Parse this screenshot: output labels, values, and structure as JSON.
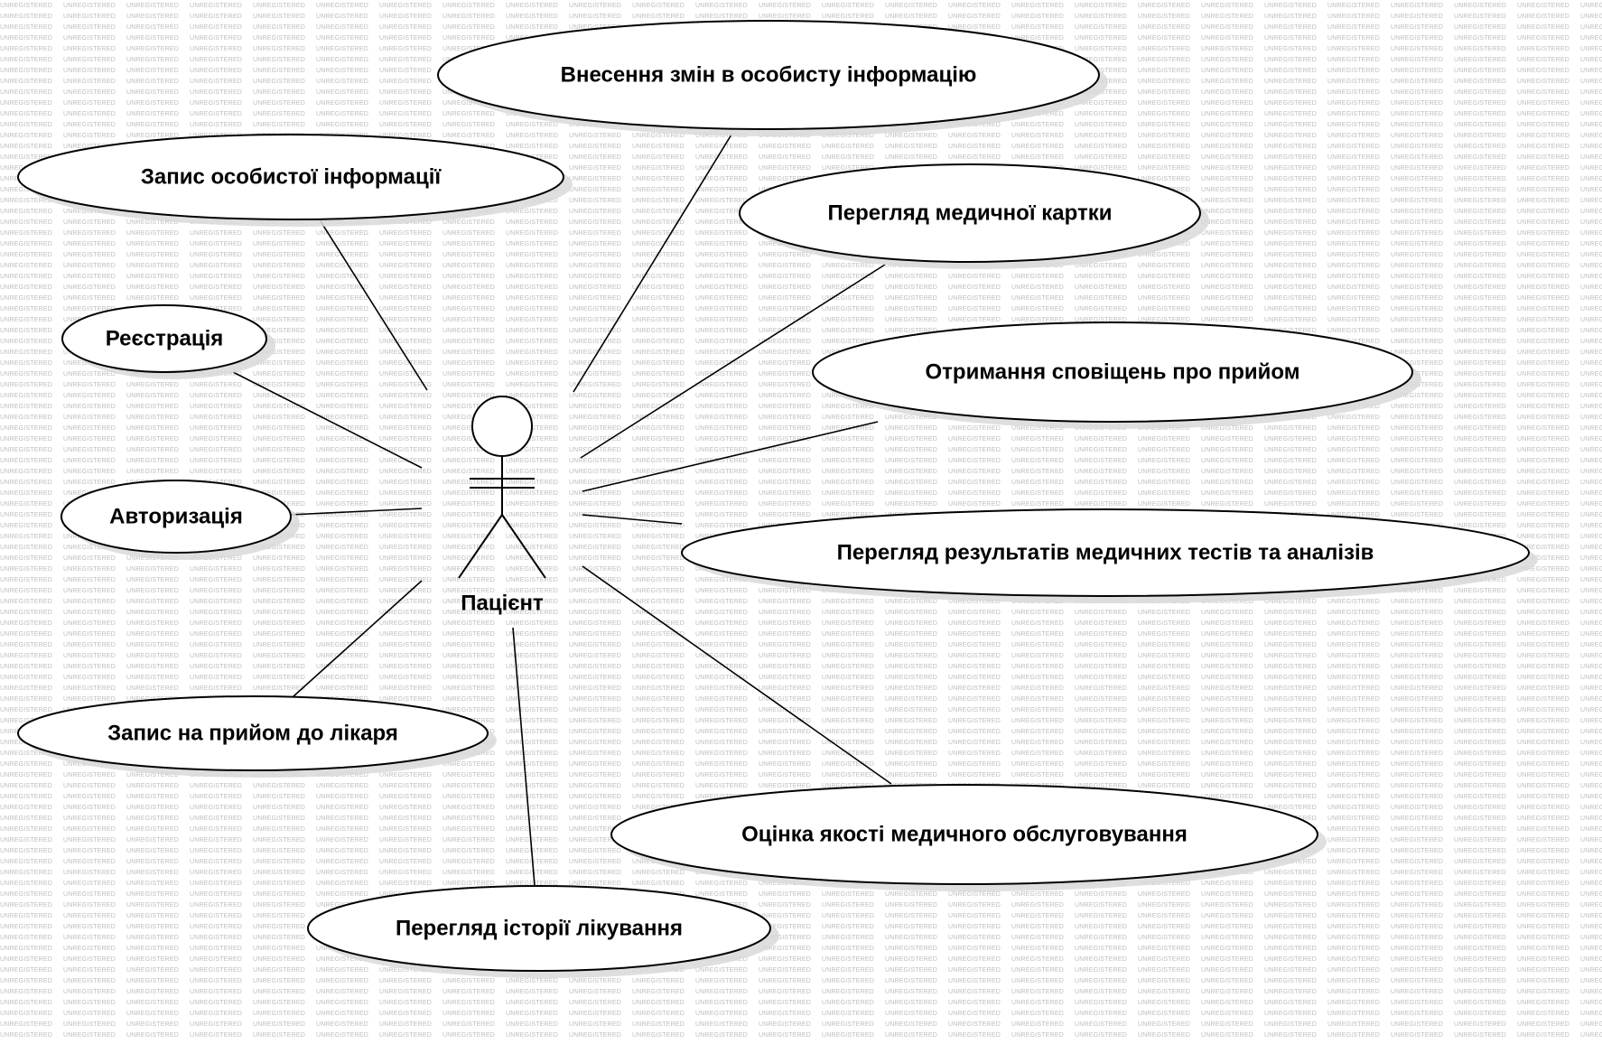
{
  "diagram": {
    "watermark": "UNREGISTERED",
    "actor": {
      "label": "Пацієнт"
    },
    "use_cases": [
      {
        "id": "changes",
        "label": "Внесення змін в особисту інформацію"
      },
      {
        "id": "record-info",
        "label": "Запис особистої інформації"
      },
      {
        "id": "view-card",
        "label": "Перегляд медичної картки"
      },
      {
        "id": "registration",
        "label": "Реєстрація"
      },
      {
        "id": "notifications",
        "label": "Отримання сповіщень про прийом"
      },
      {
        "id": "authorization",
        "label": "Авторизація"
      },
      {
        "id": "test-results",
        "label": "Перегляд результатів медичних тестів та аналізів"
      },
      {
        "id": "appointment",
        "label": "Запис на прийом до лікаря"
      },
      {
        "id": "quality",
        "label": "Оцінка якості медичного обслуговування"
      },
      {
        "id": "history",
        "label": "Перегляд історії лікування"
      }
    ],
    "colors": {
      "line": "#000000",
      "fill": "#ffffff",
      "watermark": "#bdbdbd",
      "shadow": "#d9d9d9"
    }
  }
}
